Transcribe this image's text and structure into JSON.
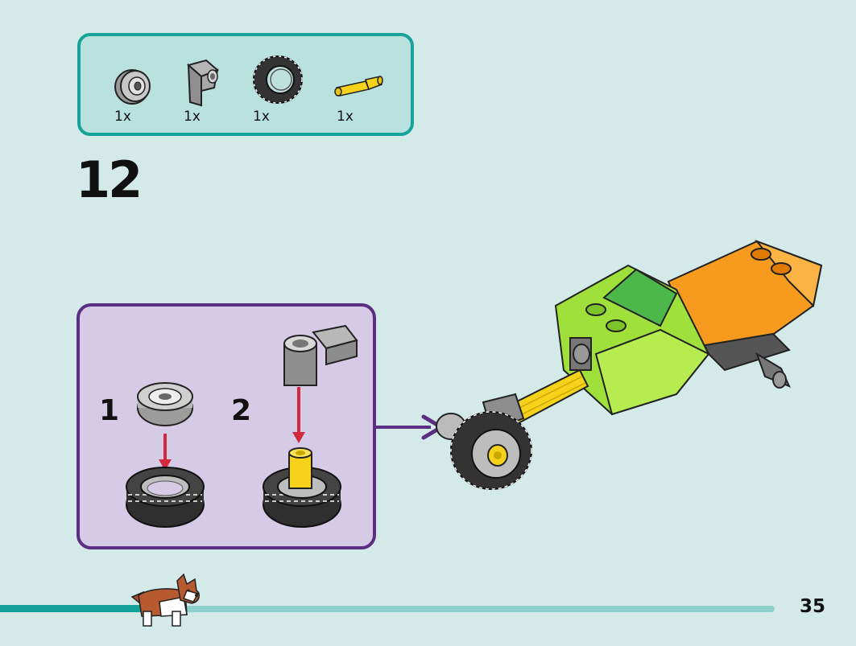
{
  "parts_box": {
    "items": [
      {
        "part": "gray-hub-wheel",
        "qty": "1x"
      },
      {
        "part": "gray-pin-connector",
        "qty": "1x"
      },
      {
        "part": "black-tire",
        "qty": "1x"
      },
      {
        "part": "yellow-axle-pin",
        "qty": "1x"
      }
    ]
  },
  "step": {
    "number": "12"
  },
  "sub_steps": [
    {
      "number": "1"
    },
    {
      "number": "2"
    }
  ],
  "colors": {
    "parts_border": "#18a39a",
    "parts_fill": "#b9e2de",
    "substep_border": "#5b2d83",
    "substep_fill": "#d6cbe6",
    "arrow_red": "#d22a3c",
    "lime": "#9fe03a",
    "orange": "#f79b1f"
  },
  "page": {
    "number": "35"
  }
}
